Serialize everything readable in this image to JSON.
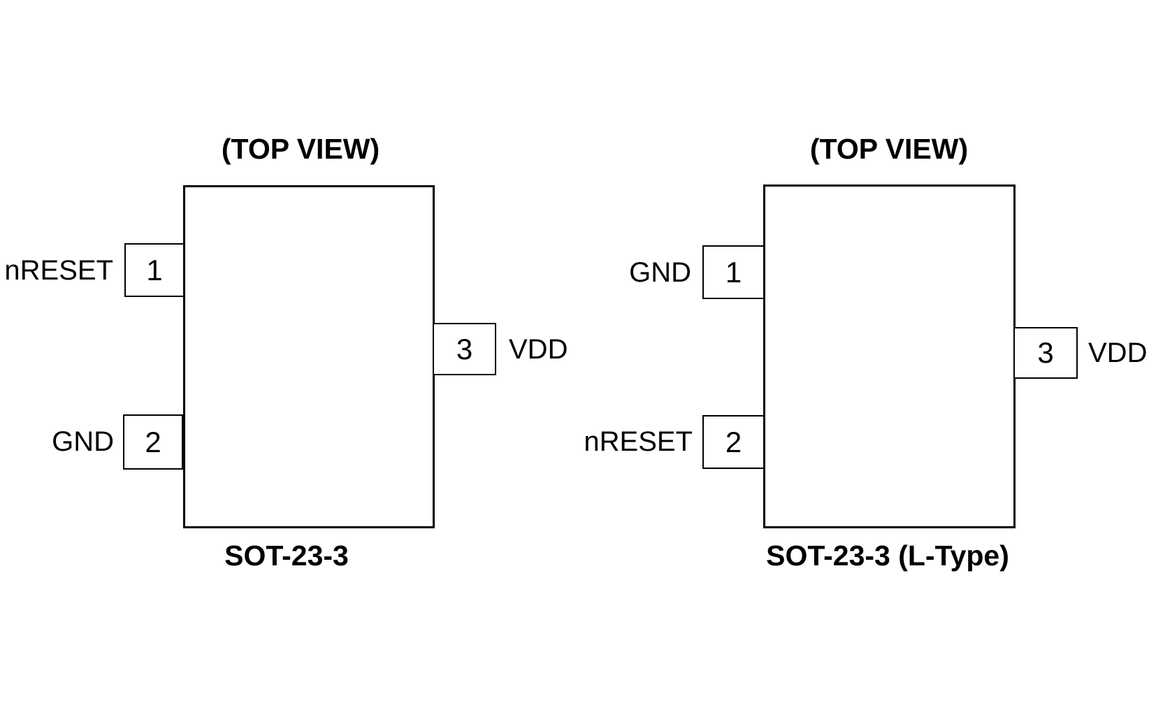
{
  "figure": {
    "background_color": "#FFFFFF",
    "line_color": "#000000",
    "text_color": "#000000"
  },
  "diagrams": [
    {
      "view_label": "(TOP VIEW)",
      "package_name": "SOT-23-3",
      "pins": [
        {
          "number": "1",
          "name": "nRESET",
          "side": "left"
        },
        {
          "number": "2",
          "name": "GND",
          "side": "left"
        },
        {
          "number": "3",
          "name": "VDD",
          "side": "right"
        }
      ]
    },
    {
      "view_label": "(TOP VIEW)",
      "package_name": "SOT-23-3 (L-Type)",
      "pins": [
        {
          "number": "1",
          "name": "GND",
          "side": "left"
        },
        {
          "number": "2",
          "name": "nRESET",
          "side": "left"
        },
        {
          "number": "3",
          "name": "VDD",
          "side": "right"
        }
      ]
    }
  ]
}
